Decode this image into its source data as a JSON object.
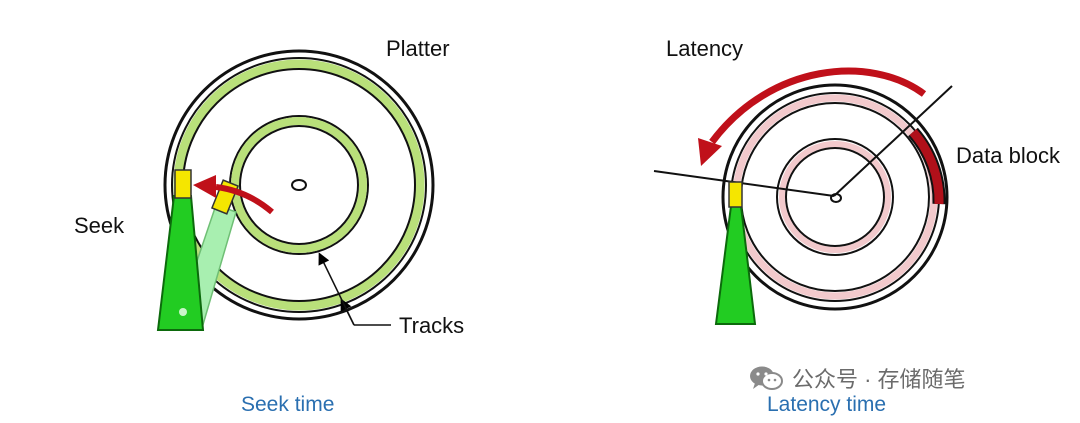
{
  "seek_panel": {
    "platter_label": "Platter",
    "seek_label": "Seek",
    "tracks_label": "Tracks",
    "caption": "Seek time"
  },
  "latency_panel": {
    "latency_label": "Latency",
    "data_block_label": "Data block",
    "caption": "Latency time"
  },
  "watermark": {
    "text": "公众号 · 存储随笔",
    "icon": "wechat-icon"
  },
  "colors": {
    "track_green": "#b9e07a",
    "arm_green": "#22cc22",
    "arm_light_green": "#a8efb0",
    "head_yellow": "#f5e600",
    "track_pink": "#f2c9cc",
    "arrow_red": "#c0101a",
    "caption_blue": "#2a6fb0"
  }
}
